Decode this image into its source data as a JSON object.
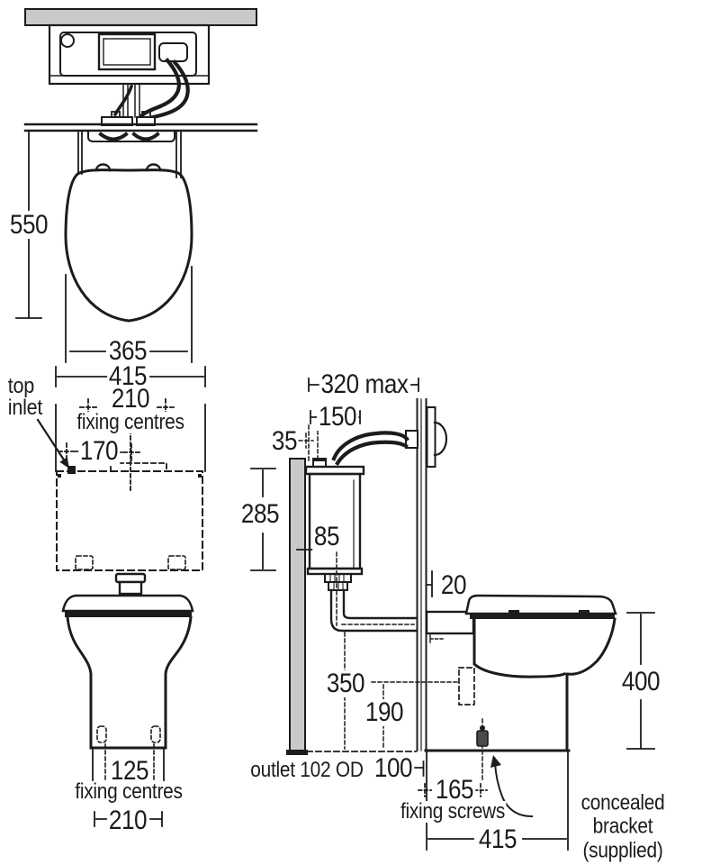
{
  "colors": {
    "line": "#1c1c1c",
    "wall_fill": "#c9c9c9",
    "background": "#ffffff"
  },
  "views": {
    "plan": {
      "depth": "550",
      "seat_width": "365",
      "width": "415"
    },
    "front": {
      "inlet_label": "top\ninlet",
      "cistern_fixing_dim": "210",
      "cistern_fixing_caption": "fixing centres",
      "inlet_offset_dim": "170",
      "pan_fixing_dim": "125",
      "pan_fixing_caption": "fixing centres",
      "pan_base_dim": "210"
    },
    "side": {
      "depth_max": "320 max",
      "cistern_depth": "150",
      "wall_offset": "35",
      "cistern_height": "285",
      "outlet_offset": "85",
      "panel_gap": "20",
      "rim_height": "400",
      "flushpipe_height": "350",
      "outlet_height": "190",
      "outlet_caption": "outlet 102 OD",
      "outlet_wall_distance": "100",
      "screw_distance": "165",
      "screws_caption": "fixing screws",
      "base_depth": "415",
      "bracket_caption": "concealed bracket\n(supplied)"
    }
  }
}
